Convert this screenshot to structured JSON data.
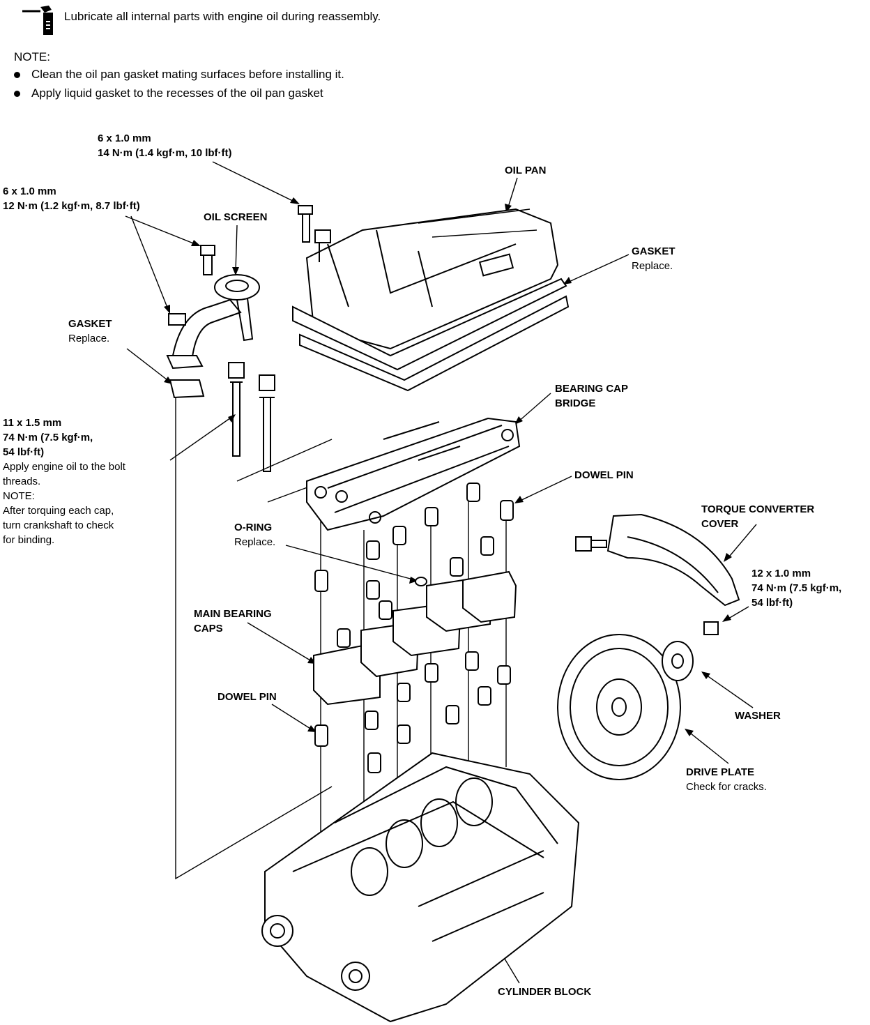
{
  "header": {
    "lubricate": "Lubricate all internal parts with engine oil during reassembly.",
    "note_title": "NOTE:",
    "notes": [
      "Clean the oil pan gasket mating surfaces before installing it.",
      "Apply liquid gasket to the recesses of the oil pan gasket"
    ]
  },
  "labels": {
    "bolt_6mm_top": {
      "size": "6 x 1.0 mm",
      "torque": "14 N·m (1.4 kgf·m, 10 lbf·ft)"
    },
    "bolt_6mm_left": {
      "size": "6 x 1.0 mm",
      "torque": "12 N·m (1.2 kgf·m, 8.7 lbf·ft)"
    },
    "oil_pan": "OIL PAN",
    "oil_screen": "OIL SCREEN",
    "gasket_right": {
      "title": "GASKET",
      "sub": "Replace."
    },
    "gasket_left": {
      "title": "GASKET",
      "sub": "Replace."
    },
    "bolt_11mm": {
      "size": "11 x 1.5 mm",
      "torque1": "74 N·m (7.5 kgf·m,",
      "torque2": "54 lbf·ft)",
      "apply1": "Apply engine oil to the bolt",
      "apply2": "threads.",
      "note": "NOTE:",
      "note1": "After torquing each cap,",
      "note2": "turn crankshaft to check",
      "note3": "for binding."
    },
    "bearing_cap_bridge": {
      "line1": "BEARING CAP",
      "line2": "BRIDGE"
    },
    "dowel_pin_right": "DOWEL PIN",
    "o_ring": {
      "title": "O-RING",
      "sub": "Replace."
    },
    "torque_converter_cover": {
      "line1": "TORQUE CONVERTER",
      "line2": "COVER"
    },
    "bolt_12mm": {
      "size": "12 x 1.0 mm",
      "torque1": "74 N·m (7.5 kgf·m,",
      "torque2": "54 lbf·ft)"
    },
    "main_bearing_caps": {
      "line1": "MAIN BEARING",
      "line2": "CAPS"
    },
    "dowel_pin_left": "DOWEL PIN",
    "washer": "WASHER",
    "drive_plate": {
      "title": "DRIVE PLATE",
      "sub": "Check for cracks."
    },
    "cylinder_block": "CYLINDER BLOCK"
  }
}
